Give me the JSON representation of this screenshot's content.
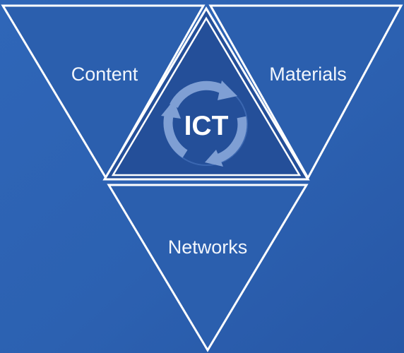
{
  "diagram": {
    "left_label": "Content",
    "right_label": "Materials",
    "bottom_label": "Networks",
    "center_label": "ICT"
  },
  "colors": {
    "background": "#2d63b3",
    "outer_triangle_fill": "#2b5fae",
    "center_triangle_fill": "#244f99",
    "outline": "#ffffff",
    "cycle_arrows": "#7f9fd4"
  },
  "icons": {
    "center_cycle": "refresh-cycle-icon"
  }
}
